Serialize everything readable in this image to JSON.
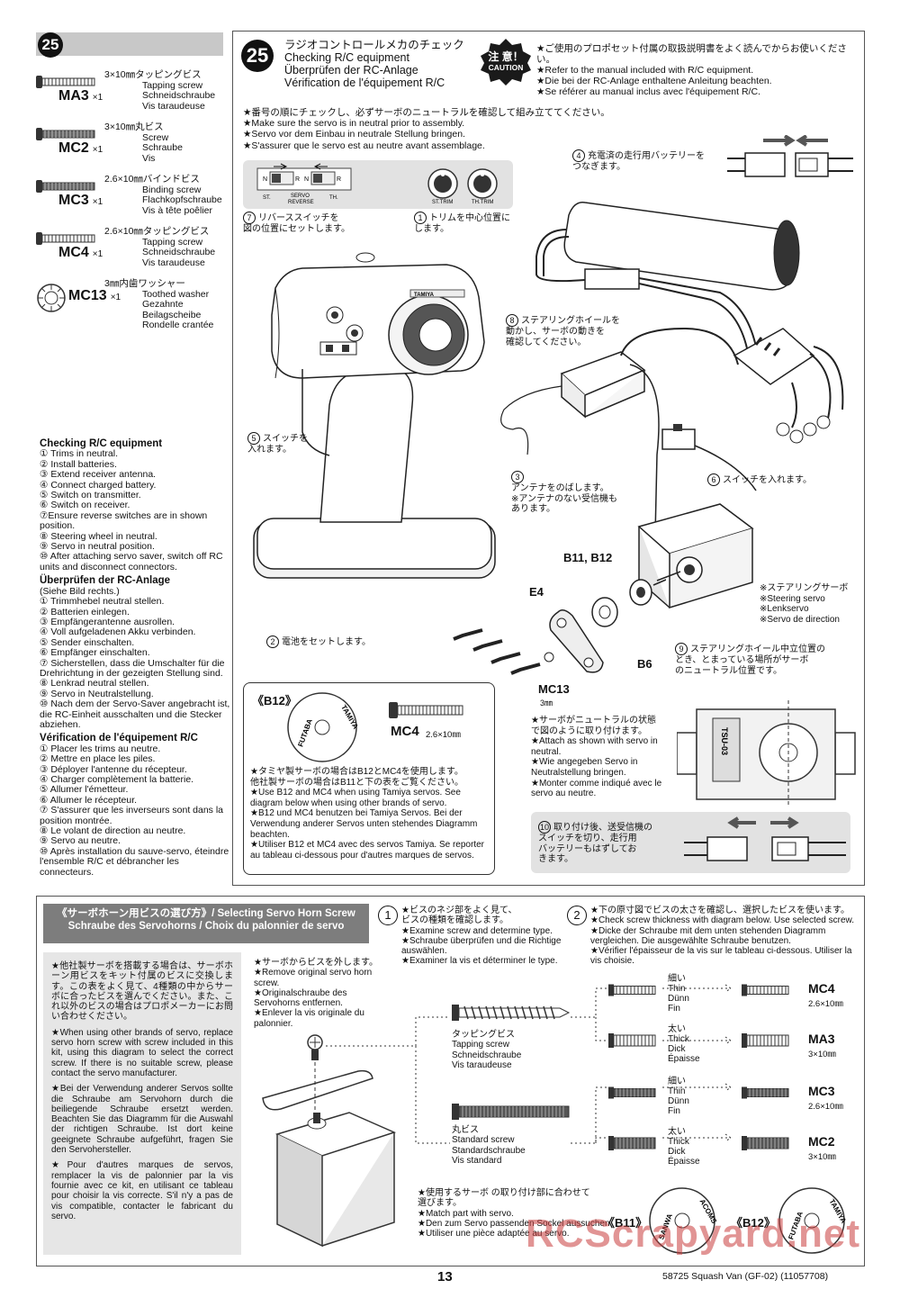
{
  "step": {
    "number": "25",
    "title_jp": "ラジオコントロールメカのチェック",
    "title_en": "Checking R/C equipment",
    "title_de": "Überprüfen der RC-Anlage",
    "title_fr": "Vérification de l'équipement R/C"
  },
  "caution": {
    "badge_jp": "注 意！",
    "badge_en": "CAUTION",
    "lines": [
      "★ご使用のプロポセット付属の取扱説明書をよく読んでからお使いください。",
      "★Refer to the manual included with R/C equipment.",
      "★Die bei der RC-Anlage enthaltene Anleitung beachten.",
      "★Se référer au manual inclus avec l'équipement R/C."
    ]
  },
  "neutral_note": [
    "★番号の順にチェックし、必ずサーボのニュートラルを確認して組み立ててください。",
    "★Make sure the servo is in neutral prior to assembly.",
    "★Servo vor dem Einbau in neutrale Stellung bringen.",
    "★S'assurer que le servo est au neutre avant assemblage."
  ],
  "parts": [
    {
      "code": "MA3",
      "qty": "×1",
      "jp": "3×10㎜タッピングビス",
      "l2": "Tapping screw",
      "l3": "Schneidschraube",
      "l4": "Vis taraudeuse"
    },
    {
      "code": "MC2",
      "qty": "×1",
      "jp": "3×10㎜丸ビス",
      "l2": "Screw",
      "l3": "Schraube",
      "l4": "Vis"
    },
    {
      "code": "MC3",
      "qty": "×1",
      "jp": "2.6×10㎜バインドビス",
      "l2": "Binding screw",
      "l3": "Flachkopfschraube",
      "l4": "Vis à tête poêlier"
    },
    {
      "code": "MC4",
      "qty": "×1",
      "jp": "2.6×10㎜タッピングビス",
      "l2": "Tapping screw",
      "l3": "Schneidschraube",
      "l4": "Vis taraudeuse"
    },
    {
      "code": "MC13",
      "qty": "×1",
      "jp": "3㎜内歯ワッシャー",
      "l2": "Toothed washer",
      "l3": "Gezahnte Beilagscheibe",
      "l4": "Rondelle crantée"
    }
  ],
  "checking": {
    "en_title": "Checking R/C equipment",
    "en": [
      "① Trims in neutral.",
      "② Install batteries.",
      "③ Extend receiver antenna.",
      "④ Connect charged battery.",
      "⑤ Switch on transmitter.",
      "⑥ Switch on receiver.",
      "⑦Ensure reverse switches are in shown position.",
      "⑧ Steering wheel in neutral.",
      "⑨ Servo in neutral position.",
      "⑩ After attaching servo saver, switch off RC units and disconnect connectors."
    ],
    "de_title": "Überprüfen der RC-Anlage",
    "de": [
      "(Siehe Bild rechts.)",
      "① Trimmhebel neutral stellen.",
      "② Batterien einlegen.",
      "③ Empfängerantenne ausrollen.",
      "④ Voll aufgeladenen Akku verbinden.",
      "⑤ Sender einschalten.",
      "⑥ Empfänger einschalten.",
      "⑦ Sicherstellen, dass die Umschalter für die Drehrichtung in der gezeigten Stellung sind.",
      "⑧ Lenkrad neutral stellen.",
      "⑨ Servo in Neutralstellung.",
      "⑩ Nach dem der Servo-Saver angebracht ist, die RC-Einheit ausschalten und die Stecker abziehen."
    ],
    "fr_title": "Vérification de l'équipement R/C",
    "fr": [
      "① Placer les trims au neutre.",
      "② Mettre en place les piles.",
      "③ Déployer l'antenne du récepteur.",
      "④ Charger complètement la batterie.",
      "⑤ Allumer l'émetteur.",
      "⑥ Allumer le récepteur.",
      "⑦ S'assurer que les inverseurs sont dans la position montrée.",
      "⑧ Le volant de direction au neutre.",
      "⑨ Servo au neutre.",
      "⑩ Après installation du sauve-servo, éteindre l'ensemble R/C et débrancher les connecteurs."
    ]
  },
  "diagram": {
    "switch_labels": [
      "N",
      "R",
      "N",
      "R",
      "ST.",
      "SERVO",
      "TH.",
      "REVERSE"
    ],
    "trim_labels": [
      "ST.TRIM",
      "TH.TRIM"
    ],
    "tx_brand": "TAMIYA",
    "c7": "リバーススイッチを\n図の位置にセットします。",
    "c1": "トリムを中心位置に\nします。",
    "c4": "充電済の走行用バッテリーを\nつなぎます。",
    "c8": "ステアリングホイールを\n動かし、サーボの動きを\n確認してください。",
    "c5": "スイッチを\n入れます。",
    "c3": "アンテナをのばします。\n※アンテナのない受信機も\nあります。",
    "c6": "スイッチを入れます。",
    "c2": "電池をセットします。",
    "c9": "ステアリングホイール中立位置の\nとき、とまっている場所がサーボ\nのニュートラル位置です。",
    "servo_label": "※ステアリングサーボ\n※Steering servo\n※Lenkservo\n※Servo de direction",
    "b1112": "B11, B12",
    "e4": "E4",
    "b6": "B6",
    "mc13": "MC13",
    "mc13_size": "3㎜"
  },
  "b12_box": {
    "title": "《B12》",
    "disk_text": [
      "FUTABA",
      "TAMIYA"
    ],
    "code": "MC4",
    "size": "2.6×10㎜",
    "lines": [
      "★タミヤ製サーボの場合はB12とMC4を使用します。",
      "他社製サーボの場合はB11と下の表をご覧ください。",
      "★Use B12 and MC4 when using Tamiya servos. See diagram below when using other brands of servo.",
      "★B12 und MC4 benutzen bei Tamiya Servos. Bei der Verwendung anderer Servos unten stehendes Diagramm beachten.",
      "★Utiliser B12 et MC4 avec des servos Tamiya. Se reporter au tableau ci-dessous pour d'autres marques de servos."
    ]
  },
  "neutral_box": {
    "lines": [
      "★サーボがニュートラルの状態",
      "で図のように取り付けます。",
      "★Attach as shown with servo in neutral.",
      "★Wie angegeben Servo in Neutralstellung bringen.",
      "★Monter comme indiqué avec le servo au neutre."
    ],
    "servo_text": "TSU-03"
  },
  "c10": "取り付け後、送受信機の\nスイッチを切り、走行用\nバッテリーもはずしてお\nきます。",
  "bottom": {
    "header1": "《サーボホーン用ビスの選び方》/ Selecting Servo Horn Screw",
    "header2": "Schraube des Servohorns  /  Choix du palonnier de servo",
    "left_jp": "★他社製サーボを搭載する場合は、サーボホーン用ビスをキット付属のビスに交換します。この表をよく見て、4種類の中からサーボに合ったビスを選んでください。また、これ以外のビスの場合はプロポメーカーにお問い合わせください。",
    "left_en": "★When using other brands of servo, replace servo horn screw with screw included in this kit, using this diagram to select the correct screw. If there is no suitable screw, please contact the servo manufacturer.",
    "left_de": "★Bei der Verwendung anderer Servos sollte die Schraube am Servohorn durch die beiliegende Schraube ersetzt werden. Beachten Sie das Diagramm für die Auswahl der richtigen Schraube. Ist dort keine geeignete Schraube aufgeführt, fragen Sie den Servohersteller.",
    "left_fr": "★Pour d'autres marques de servos, remplacer la vis de palonnier par la vis fournie avec ce kit, en utilisant ce tableau pour choisir la vis correcte. S'il n'y a pas de vis compatible, contacter le fabricant du servo.",
    "remove": [
      "★サーボからビスを外します。",
      "★Remove original servo horn screw.",
      "★Originalschraube des Servohorns entfernen.",
      "★Enlever la vis originale du palonnier."
    ],
    "s1": [
      "★ビスのネジ部をよく見て、",
      "ビスの種類を確認します。",
      "★Examine screw and determine type.",
      "★Schraube überprüfen und die Richtige auswählen.",
      "★Examiner la vis et déterminer le type."
    ],
    "s2": [
      "★下の原寸図でビスの太さを確認し、選択したビスを使います。",
      "★Check screw thickness with diagram below. Use selected screw.",
      "★Dicke der Schraube mit dem unten stehenden Diagramm vergleichen. Die ausgewählte Schraube benutzen.",
      "★Vérifier l'épaisseur de la vis sur le tableau ci-dessous. Utiliser la vis choisie."
    ],
    "tapping": [
      "タッピングビス",
      "Tapping screw",
      "Schneidschraube",
      "Vis taraudeuse"
    ],
    "standard": [
      "丸ビス",
      "Standard screw",
      "Standardschraube",
      "Vis standard"
    ],
    "thin": [
      "細い",
      "Thin",
      "Dünn",
      "Fin"
    ],
    "thick": [
      "太い",
      "Thick",
      "Dick",
      "Épaisse"
    ],
    "results": [
      {
        "code": "MC4",
        "size": "2.6×10㎜"
      },
      {
        "code": "MA3",
        "size": "3×10㎜"
      },
      {
        "code": "MC3",
        "size": "2.6×10㎜"
      },
      {
        "code": "MC2",
        "size": "3×10㎜"
      }
    ],
    "match": [
      "★使用するサーボ の取り付け部に合わせて",
      "選びます。",
      "★Match part with servo.",
      "★Den zum Servo passenden Sockel aussuchen.",
      "★Utiliser une pièce adaptée au servo."
    ],
    "b11": "《B11》",
    "b11_disk": [
      "SANWA",
      "ACOMS"
    ],
    "b12": "《B12》",
    "b12_disk": [
      "FUTABA",
      "TAMIYA"
    ]
  },
  "footer": {
    "page": "13",
    "model": "58725  Squash Van (GF-02) (11057708)"
  },
  "watermark": "RCScrapyard.net"
}
